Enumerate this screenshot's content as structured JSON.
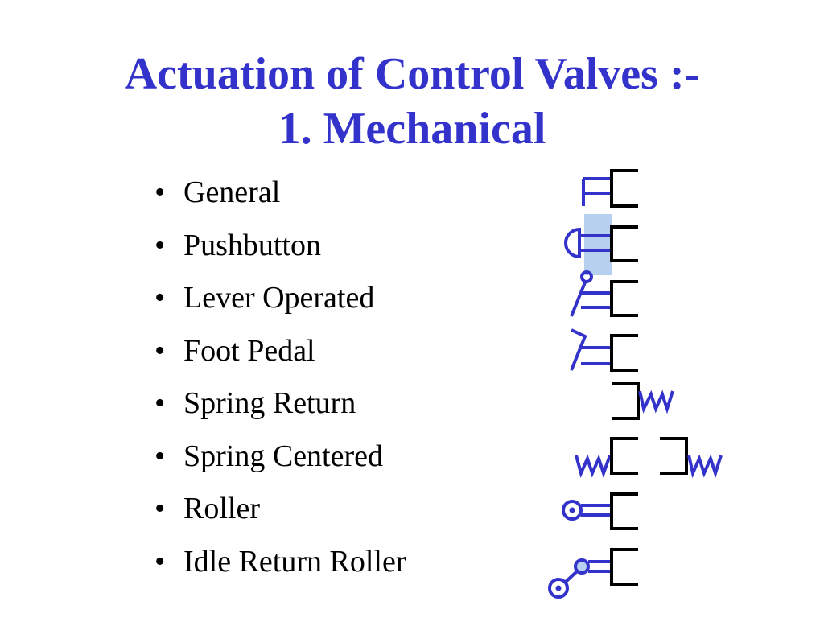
{
  "slide": {
    "title_line1": "Actuation of Control Valves :-",
    "title_line2": "1. Mechanical",
    "bullet_char": "•",
    "items": [
      {
        "label": "General",
        "symbol": "general-actuator-icon"
      },
      {
        "label": "Pushbutton",
        "symbol": "pushbutton-actuator-icon"
      },
      {
        "label": "Lever Operated",
        "symbol": "lever-actuator-icon"
      },
      {
        "label": "Foot Pedal",
        "symbol": "foot-pedal-actuator-icon"
      },
      {
        "label": "Spring Return",
        "symbol": "spring-return-icon"
      },
      {
        "label": "Spring Centered",
        "symbol": "spring-centered-icon"
      },
      {
        "label": "Roller",
        "symbol": "roller-actuator-icon"
      },
      {
        "label": "Idle Return Roller",
        "symbol": "idle-return-roller-icon"
      }
    ]
  },
  "colors": {
    "title": "#3333cc",
    "symbol_actuator": "#3333cc",
    "symbol_valve": "#000000",
    "highlight": "#b8d0f0",
    "text": "#000000"
  }
}
